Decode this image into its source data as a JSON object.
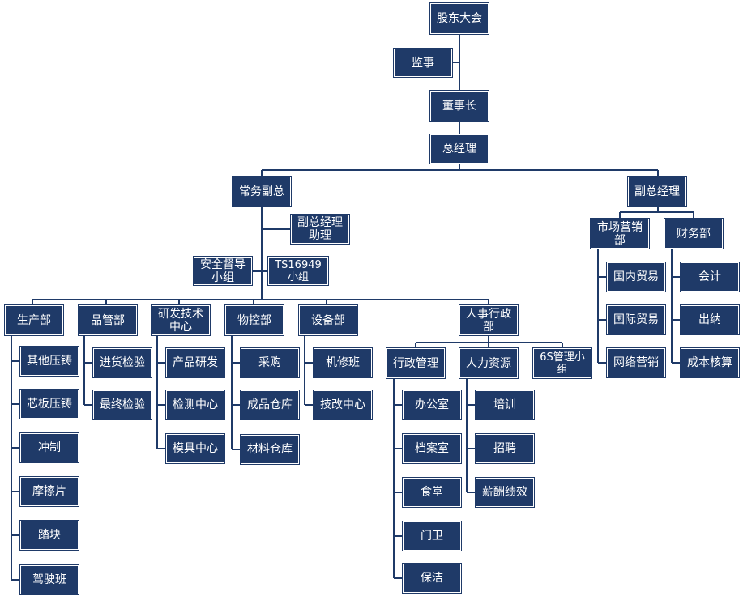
{
  "org": {
    "shareholders": "股东大会",
    "supervisor": "监事",
    "chairman": "董事长",
    "general_manager": "总经理",
    "exec_vp": "常务副总",
    "vp": "副总经理",
    "assistant_gm": "副总经理助理",
    "safety_group": "安全督导小组",
    "ts_group": "TS16949小组",
    "production": "生产部",
    "production_items": [
      "其他压铸",
      "芯板压铸",
      "冲制",
      "摩擦片",
      "踏块",
      "驾驶班"
    ],
    "quality": "品管部",
    "quality_items": [
      "进货检验",
      "最终检验"
    ],
    "rd": "研发技术中心",
    "rd_items": [
      "产品研发",
      "检测中心",
      "模具中心"
    ],
    "material": "物控部",
    "material_items": [
      "采购",
      "成品仓库",
      "材料仓库"
    ],
    "equipment": "设备部",
    "equipment_items": [
      "机修班",
      "技改中心"
    ],
    "hr_admin": "人事行政部",
    "admin_mgmt": "行政管理",
    "admin_items": [
      "办公室",
      "档案室",
      "食堂",
      "门卫",
      "保洁"
    ],
    "hr": "人力资源",
    "hr_items": [
      "培训",
      "招聘",
      "薪酬绩效"
    ],
    "six_s": "6S管理小组",
    "marketing": "市场营销部",
    "marketing_items": [
      "国内贸易",
      "国际贸易",
      "网络营销"
    ],
    "finance": "财务部",
    "finance_items": [
      "会计",
      "出纳",
      "成本核算"
    ]
  },
  "colors": {
    "box": "#1f3a68",
    "line": "#1f3a68",
    "text": "#ffffff"
  }
}
